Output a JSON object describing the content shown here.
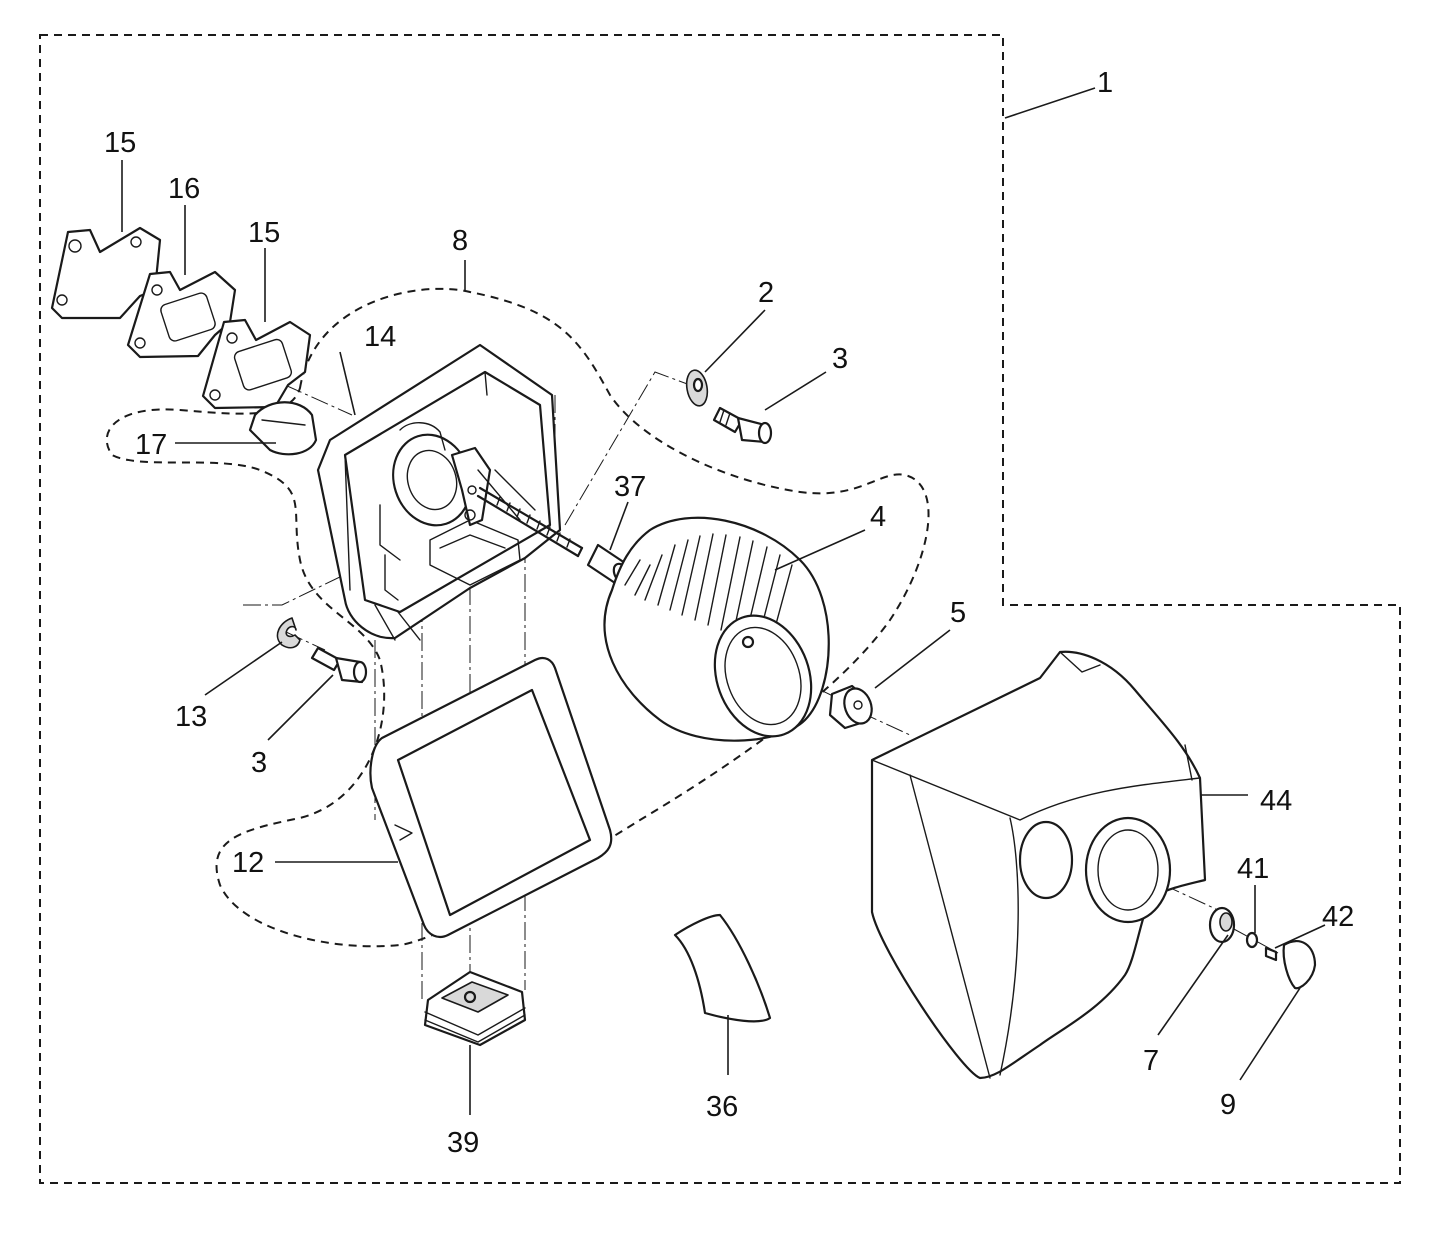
{
  "callouts": {
    "c1": "1",
    "c2": "2",
    "c3a": "3",
    "c3b": "3",
    "c4": "4",
    "c5": "5",
    "c7": "7",
    "c8": "8",
    "c9": "9",
    "c12": "12",
    "c13": "13",
    "c14": "14",
    "c15a": "15",
    "c15b": "15",
    "c16": "16",
    "c17": "17",
    "c36": "36",
    "c37": "37",
    "c39": "39",
    "c41": "41",
    "c42": "42",
    "c44": "44"
  }
}
